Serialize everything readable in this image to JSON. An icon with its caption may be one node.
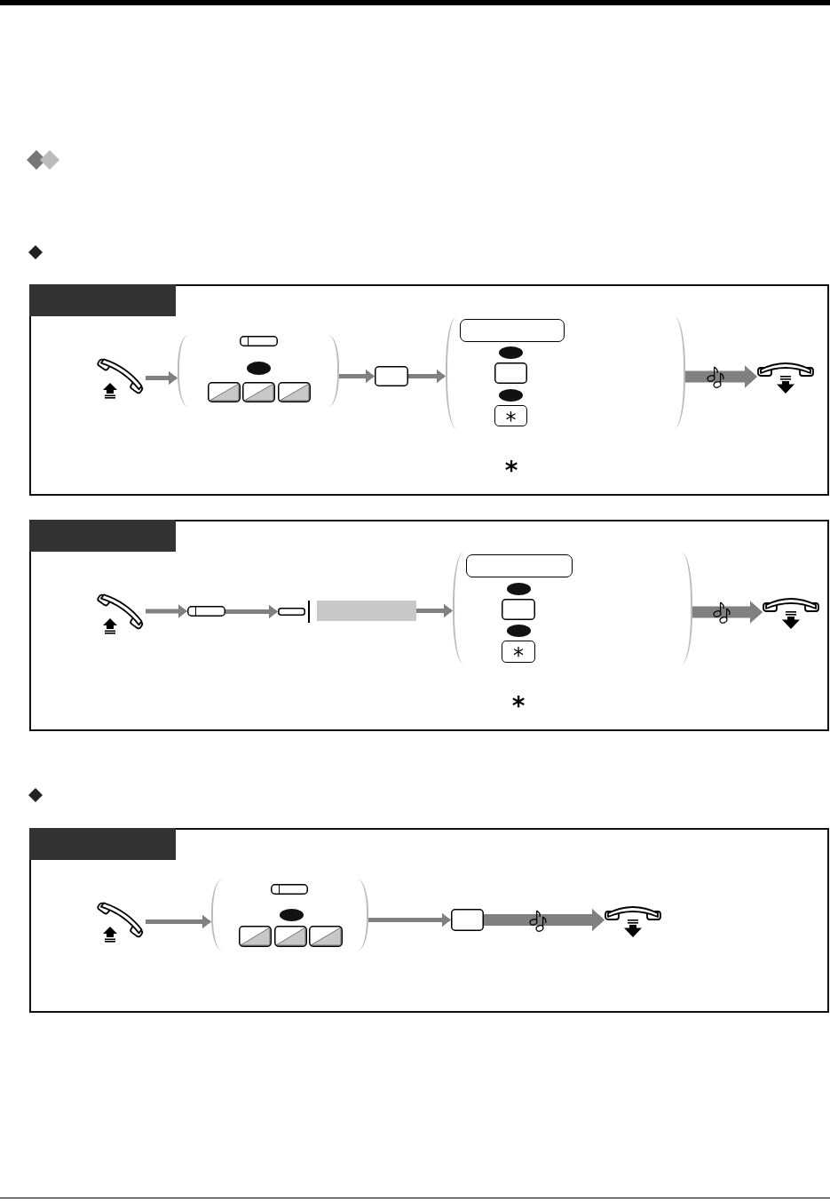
{
  "diagram": {
    "nodes": [
      {
        "text": [],
        "shape": "box"
      },
      {
        "text": [],
        "shape": "bar",
        "in": 0
      },
      {
        "text": [],
        "shape": "picture",
        "in": 0
      },
      {
        "text": [],
        "shape": "parentheses",
        "in": 0
      },
      {
        "text": [],
        "shape": "box",
        "in": 3
      },
      {
        "text": [],
        "shape": "ellipse",
        "in": 3
      },
      {
        "text": [],
        "shape": "box",
        "in": 3
      },
      {
        "text": [],
        "shape": "box",
        "in": 3
      },
      {
        "text": [],
        "shape": "box",
        "in": 3
      },
      {
        "text": [],
        "shape": "box",
        "in": 0
      },
      {
        "text": [],
        "shape": "parentheses",
        "in": 0
      },
      {
        "text": [],
        "shape": "box",
        "in": 10
      },
      {
        "text": [],
        "shape": "ellipse",
        "in": 10
      },
      {
        "text": [],
        "shape": "box",
        "in": 10
      },
      {
        "text": [],
        "shape": "ellipse",
        "in": 10
      },
      {
        "text": [
          "*"
        ],
        "in": 10
      },
      {
        "text": [],
        "shape": "picture",
        "in": 0
      },
      {
        "text": [],
        "shape": "box"
      },
      {
        "text": [],
        "shape": "bar",
        "in": 17
      },
      {
        "text": [],
        "shape": "picture",
        "in": 17
      },
      {
        "text": [],
        "shape": "box",
        "in": 17
      },
      {
        "text": [],
        "shape": "box",
        "in": 17
      },
      {
        "text": [],
        "shape": "bar",
        "in": 17
      },
      {
        "text": [],
        "shape": "parentheses",
        "in": 17
      },
      {
        "text": [],
        "shape": "box",
        "in": 23
      },
      {
        "text": [],
        "shape": "ellipse",
        "in": 23
      },
      {
        "text": [],
        "shape": "box",
        "in": 23
      },
      {
        "text": [],
        "shape": "ellipse",
        "in": 23
      },
      {
        "text": [
          "*"
        ],
        "in": 23
      },
      {
        "text": [],
        "shape": "picture",
        "in": 17
      },
      {
        "text": [],
        "shape": "box"
      },
      {
        "text": [],
        "shape": "bar",
        "in": 30
      },
      {
        "text": [],
        "shape": "picture",
        "in": 30
      },
      {
        "text": [],
        "shape": "parentheses",
        "in": 30
      },
      {
        "text": [],
        "shape": "box",
        "in": 33
      },
      {
        "text": [],
        "shape": "ellipse",
        "in": 33
      },
      {
        "text": [],
        "shape": "box",
        "in": 33
      },
      {
        "text": [],
        "shape": "box",
        "in": 33
      },
      {
        "text": [],
        "shape": "box",
        "in": 33
      },
      {
        "text": [],
        "shape": "box",
        "in": 30
      },
      {
        "text": [],
        "shape": "picture",
        "in": 30
      }
    ],
    "edges": [
      {
        "from": 2,
        "to": 3,
        "arrow": "to"
      },
      {
        "from": 3,
        "to": 9,
        "arrow": "to"
      },
      {
        "from": 9,
        "to": 10,
        "arrow": "to"
      },
      {
        "from": 10,
        "to": 16,
        "arrow": "to",
        "style": "thick"
      },
      {
        "from": 19,
        "to": 20,
        "arrow": "to"
      },
      {
        "from": 20,
        "to": 21,
        "arrow": "to"
      },
      {
        "from": 22,
        "to": 23,
        "arrow": "to"
      },
      {
        "from": 23,
        "to": 29,
        "arrow": "to",
        "style": "thick"
      },
      {
        "from": 32,
        "to": 33,
        "arrow": "to"
      },
      {
        "from": 33,
        "to": 39,
        "arrow": "to"
      },
      {
        "from": 39,
        "to": 40,
        "arrow": "to",
        "style": "thick"
      }
    ],
    "labels": [
      "*",
      "*"
    ]
  }
}
